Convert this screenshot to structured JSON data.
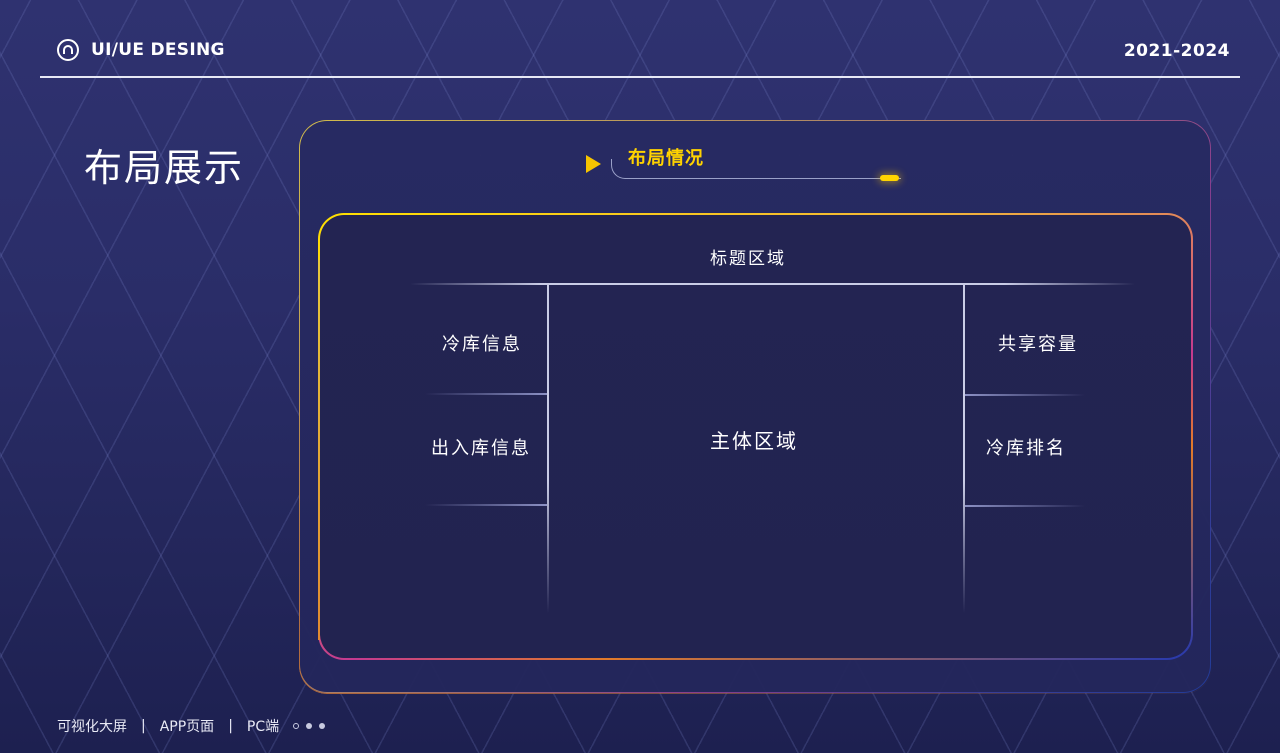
{
  "header": {
    "logo_icon": "circle-arch-icon",
    "brand": "UI/UE DESING",
    "years": "2021-2024"
  },
  "page": {
    "title": "布局展示"
  },
  "section": {
    "arrow_icon": "play-triangle-icon",
    "title": "布局情况"
  },
  "layout": {
    "title_region": "标题区域",
    "main_region": "主体区域",
    "left": [
      "冷库信息",
      "出入库信息"
    ],
    "right": [
      "共享容量",
      "冷库排名"
    ]
  },
  "footer": {
    "items": [
      "可视化大屏",
      "APP页面",
      "PC端"
    ],
    "separator": "|",
    "pager_dots": 3,
    "active_dot": 0
  },
  "colors": {
    "background": "#2c2f6b",
    "panel": "#232452",
    "accent_yellow": "#ffd200",
    "accent_orange": "#e8862c",
    "accent_magenta": "#c43a8f",
    "accent_blue": "#2438b0"
  }
}
